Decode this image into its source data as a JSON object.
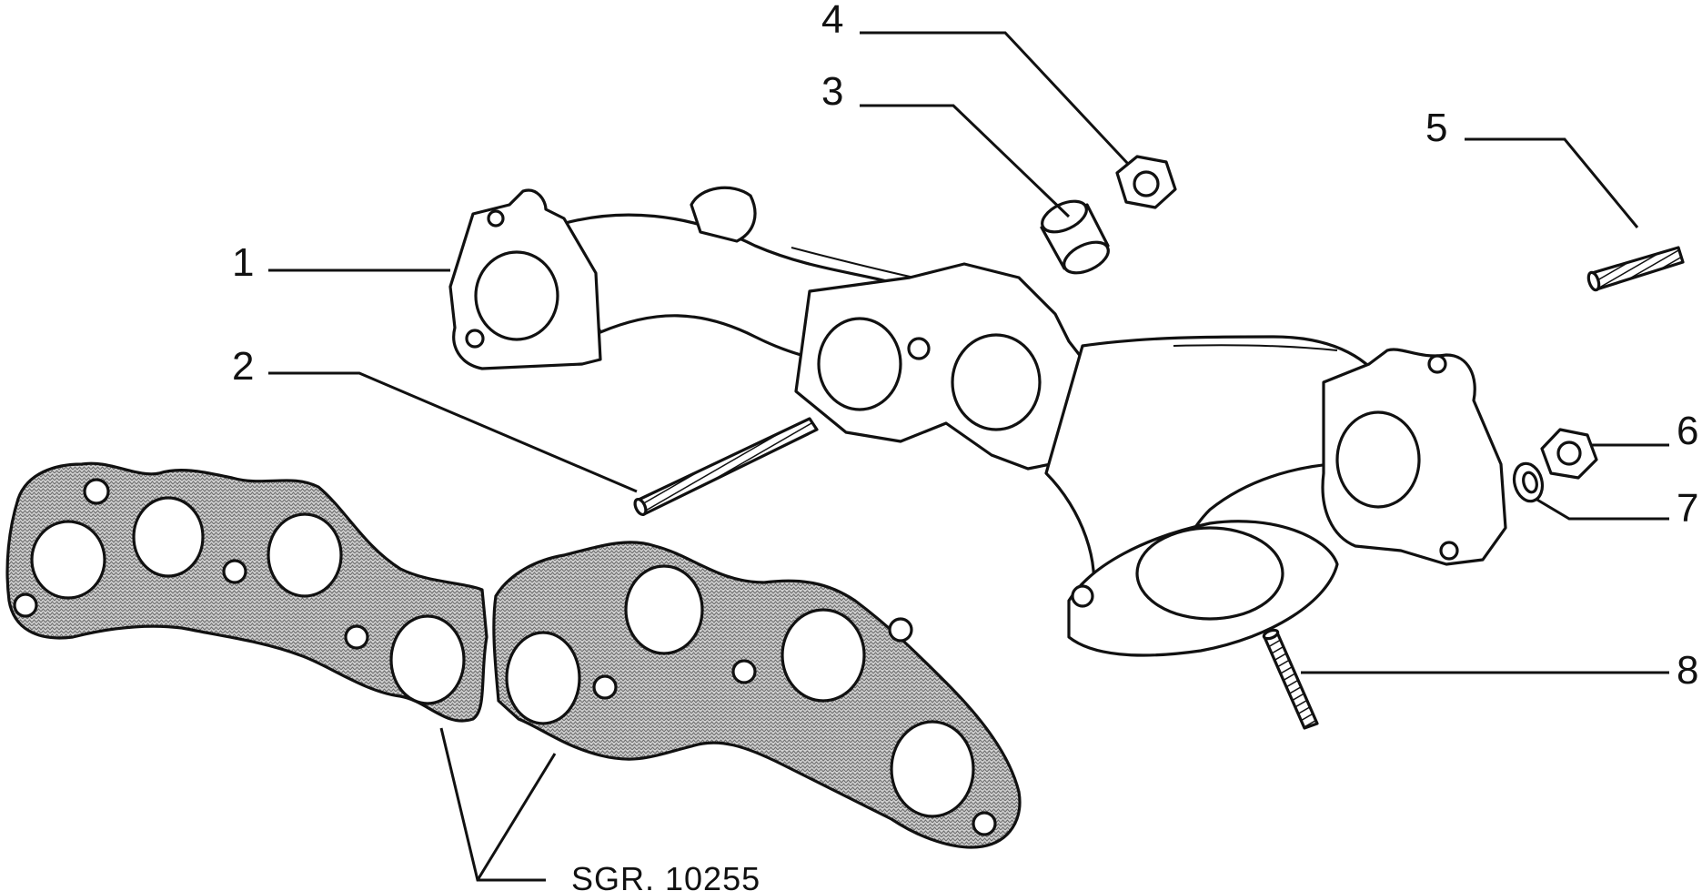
{
  "callouts": [
    {
      "number": "1",
      "part": "exhaust-manifold"
    },
    {
      "number": "2",
      "part": "long-stud"
    },
    {
      "number": "3",
      "part": "spacer-bush"
    },
    {
      "number": "4",
      "part": "nut"
    },
    {
      "number": "5",
      "part": "stud"
    },
    {
      "number": "6",
      "part": "nut"
    },
    {
      "number": "7",
      "part": "washer"
    },
    {
      "number": "8",
      "part": "stud"
    }
  ],
  "reference_code": "SGR. 10255",
  "colors": {
    "line": "#111111",
    "background": "#ffffff",
    "gasket_fill": "#9a9a9a"
  }
}
